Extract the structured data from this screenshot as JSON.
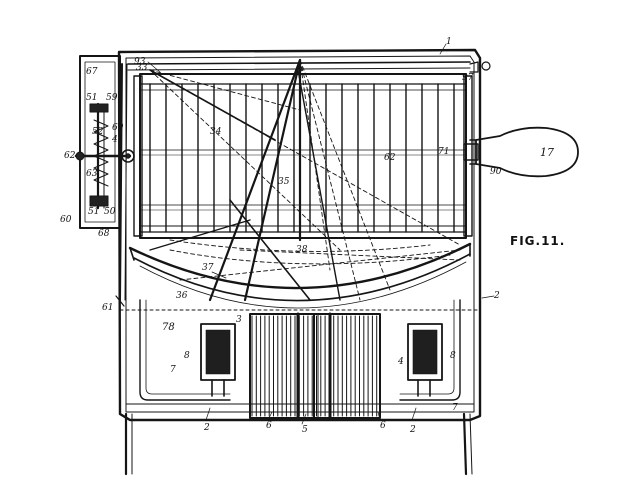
{
  "figure": {
    "title": "FIG.11.",
    "labels": [
      {
        "id": "l1a",
        "text": "1"
      },
      {
        "id": "l93",
        "text": "93"
      },
      {
        "id": "l67",
        "text": "67"
      },
      {
        "id": "l51a",
        "text": "51"
      },
      {
        "id": "l59a",
        "text": "59"
      },
      {
        "id": "l52",
        "text": "52"
      },
      {
        "id": "l69",
        "text": "69"
      },
      {
        "id": "l41",
        "text": "41"
      },
      {
        "id": "l62a",
        "text": "62"
      },
      {
        "id": "l63",
        "text": "63"
      },
      {
        "id": "l51b",
        "text": "51"
      },
      {
        "id": "l50",
        "text": "50"
      },
      {
        "id": "l60",
        "text": "60"
      },
      {
        "id": "l68",
        "text": "68"
      },
      {
        "id": "l61",
        "text": "61"
      },
      {
        "id": "l33",
        "text": "33"
      },
      {
        "id": "l34",
        "text": "34"
      },
      {
        "id": "l35",
        "text": "35"
      },
      {
        "id": "l38",
        "text": "38"
      },
      {
        "id": "l62b",
        "text": "62"
      },
      {
        "id": "l71",
        "text": "71"
      },
      {
        "id": "l97",
        "text": "97"
      },
      {
        "id": "l17",
        "text": "17"
      },
      {
        "id": "l90",
        "text": "90"
      },
      {
        "id": "l37",
        "text": "37"
      },
      {
        "id": "l36",
        "text": "36"
      },
      {
        "id": "l2a",
        "text": "2"
      },
      {
        "id": "l3",
        "text": "3"
      },
      {
        "id": "l78",
        "text": "78"
      },
      {
        "id": "l8a",
        "text": "8"
      },
      {
        "id": "l4",
        "text": "4"
      },
      {
        "id": "l8b",
        "text": "8"
      },
      {
        "id": "l7a",
        "text": "7"
      },
      {
        "id": "l7b",
        "text": "7"
      },
      {
        "id": "l2b",
        "text": "2"
      },
      {
        "id": "l6a",
        "text": "6"
      },
      {
        "id": "l5",
        "text": "5"
      },
      {
        "id": "l6b",
        "text": "6"
      },
      {
        "id": "l2c",
        "text": "2"
      }
    ]
  }
}
